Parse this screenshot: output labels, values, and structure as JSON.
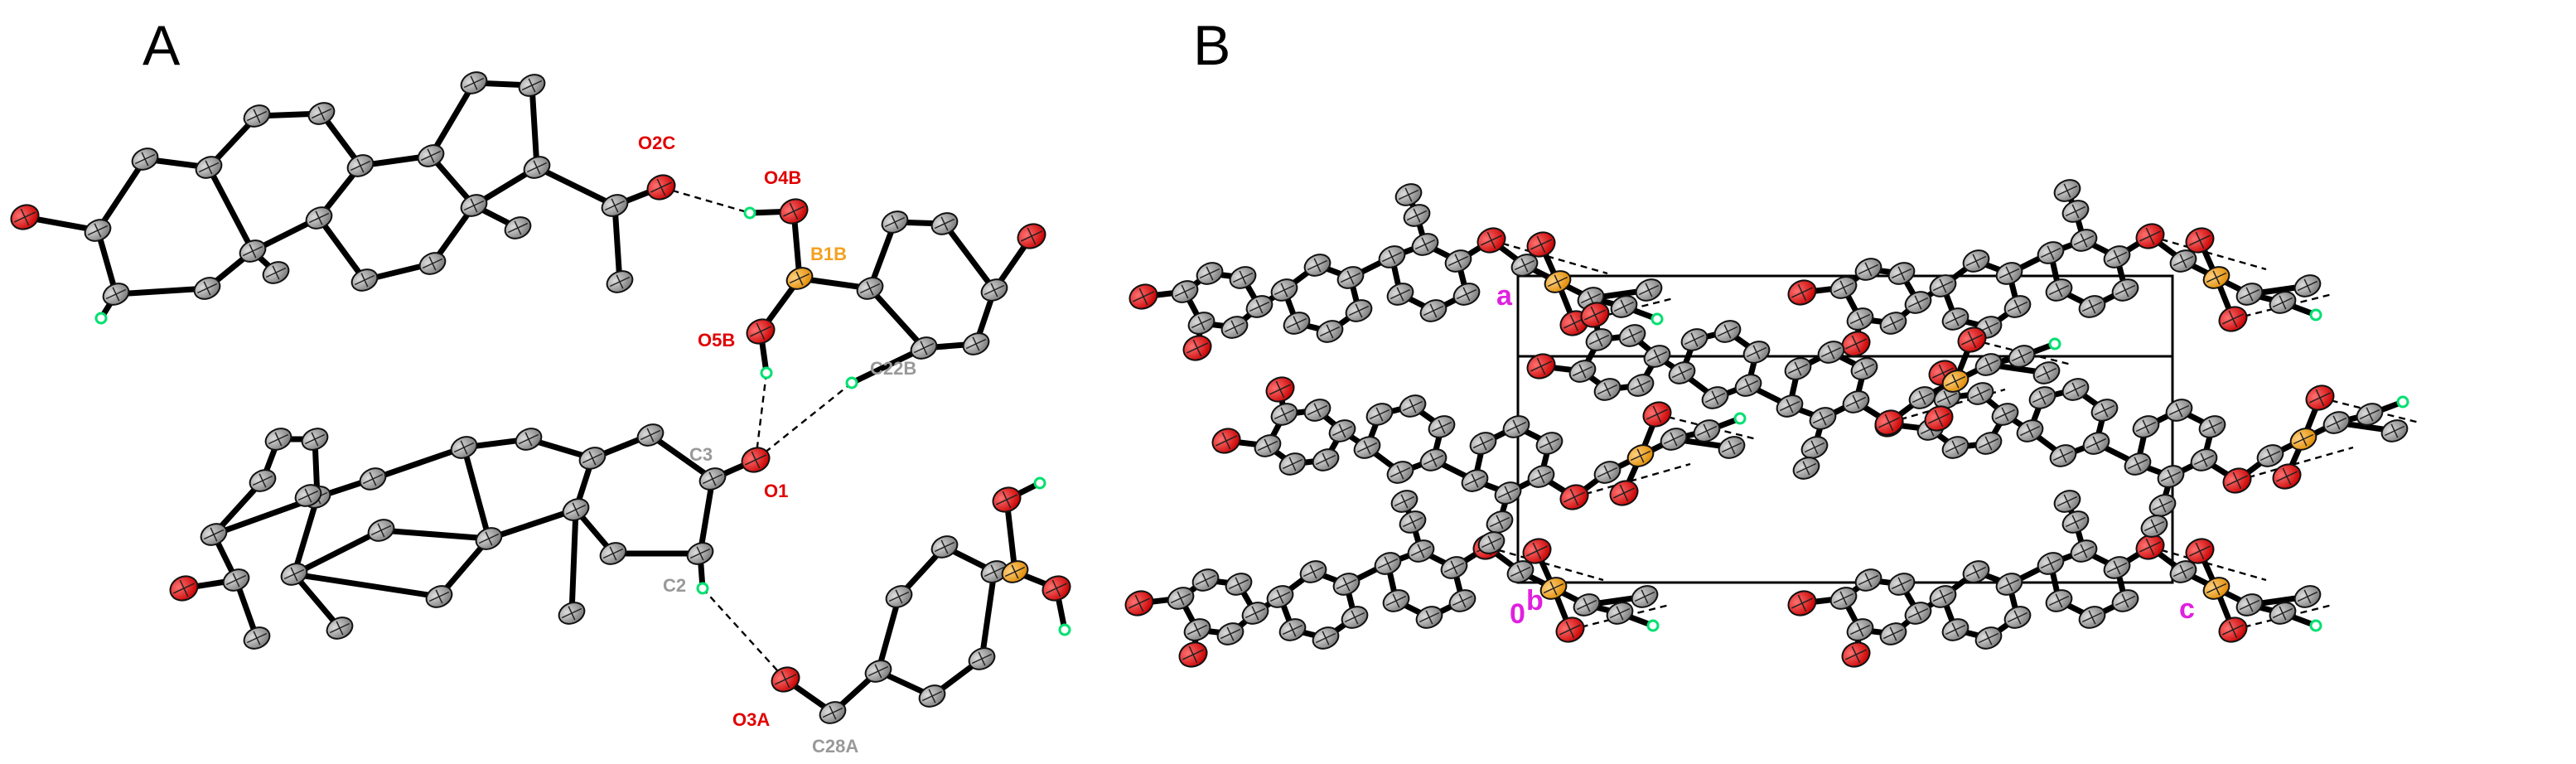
{
  "panels": [
    {
      "id": "A",
      "letter": "A",
      "atom_labels": [
        {
          "key": "O2C",
          "text": "O2C",
          "color": "#e00000"
        },
        {
          "key": "O4B",
          "text": "O4B",
          "color": "#e00000"
        },
        {
          "key": "B1B",
          "text": "B1B",
          "color": "#f5a020"
        },
        {
          "key": "O5B",
          "text": "O5B",
          "color": "#e00000"
        },
        {
          "key": "C22B",
          "text": "C22B",
          "color": "#999999"
        },
        {
          "key": "C3",
          "text": "C3",
          "color": "#999999"
        },
        {
          "key": "O1",
          "text": "O1",
          "color": "#e00000"
        },
        {
          "key": "C2",
          "text": "C2",
          "color": "#999999"
        },
        {
          "key": "O3A",
          "text": "O3A",
          "color": "#e00000"
        },
        {
          "key": "C28A",
          "text": "C28A",
          "color": "#999999"
        }
      ]
    },
    {
      "id": "B",
      "letter": "B",
      "axis_labels": [
        {
          "key": "a",
          "text": "a",
          "color": "#e020e0"
        },
        {
          "key": "0",
          "text": "0",
          "color": "#e020e0"
        },
        {
          "key": "b",
          "text": "b",
          "color": "#e020e0"
        },
        {
          "key": "c",
          "text": "c",
          "color": "#e020e0"
        }
      ]
    }
  ],
  "colors": {
    "oxygen": "#e00000",
    "carbon": "#9a9a9a",
    "boron": "#f5a020",
    "hydrogen": "#00e070",
    "bond": "#000000",
    "axis": "#e020e0"
  }
}
